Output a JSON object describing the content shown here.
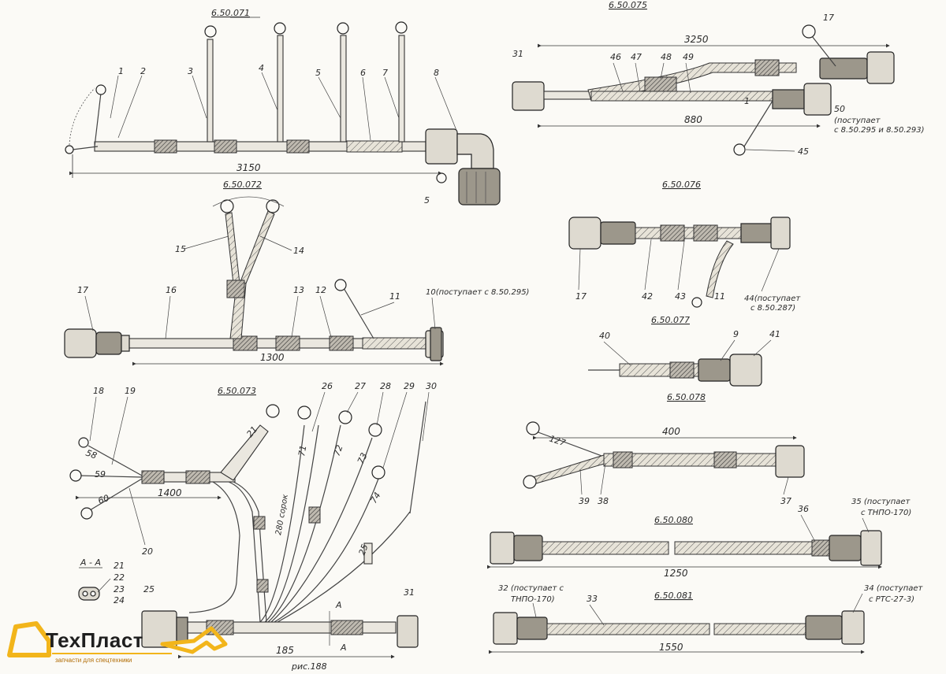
{
  "figure_caption": "рис.188",
  "logo": {
    "name": "ТехПласт",
    "subtitle": "запчасти для спецтехники"
  },
  "colors": {
    "logo_accent": "#f2b51b",
    "ink": "#2a2a2a"
  },
  "sections": {
    "s071": {
      "code": "6.50.071",
      "length": "3150",
      "items": [
        "1",
        "2",
        "3",
        "4",
        "5",
        "6",
        "7",
        "8",
        "5"
      ]
    },
    "s072": {
      "code": "6.50.072",
      "length": "1300",
      "items": [
        "15",
        "14",
        "17",
        "16",
        "13",
        "12",
        "11"
      ],
      "note": "10(поступает с 8.50.295)"
    },
    "s073": {
      "code": "6.50.073",
      "length_a": "1400",
      "length_b": "185",
      "side_label": "280 сорок",
      "items": [
        "18",
        "19",
        "20",
        "21",
        "26",
        "27",
        "28",
        "29",
        "30",
        "25",
        "31"
      ],
      "wire_marks": [
        "58",
        "59",
        "60",
        "21",
        "71",
        "72",
        "73",
        "74",
        "25"
      ]
    },
    "s074": {
      "code": "6.50.075",
      "length_a": "3250",
      "length_b": "880",
      "items": [
        "31",
        "46",
        "47",
        "48",
        "49",
        "17",
        "1",
        "45"
      ],
      "note_line1": "50",
      "note_line2": "(поступает",
      "note_line3": "с 8.50.295 и 8.50.293)"
    },
    "s076": {
      "code": "6.50.076",
      "items": [
        "17",
        "42",
        "43",
        "11"
      ],
      "note_line1": "44(поступает",
      "note_line2": "с 8.50.287)"
    },
    "s077": {
      "code": "6.50.077",
      "items": [
        "40",
        "9",
        "41"
      ]
    },
    "s078": {
      "code": "6.50.078",
      "length": "400",
      "items": [
        "127",
        "39",
        "38",
        "37"
      ]
    },
    "s080": {
      "code": "6.50.080",
      "length": "1250",
      "items": [
        "36"
      ],
      "note_line1": "35 (поступает",
      "note_line2": "с ТНПО-170)"
    },
    "s081": {
      "code": "6.50.081",
      "length": "1550",
      "items": [
        "33"
      ],
      "note_left_1": "32 (поступает с",
      "note_left_2": "ТНПО-170)",
      "note_right_1": "34 (поступает",
      "note_right_2": "с РТС-27-3)"
    },
    "section_aa": {
      "title": "А - А",
      "items": [
        "21",
        "22",
        "23",
        "24"
      ],
      "mark": "А"
    }
  }
}
